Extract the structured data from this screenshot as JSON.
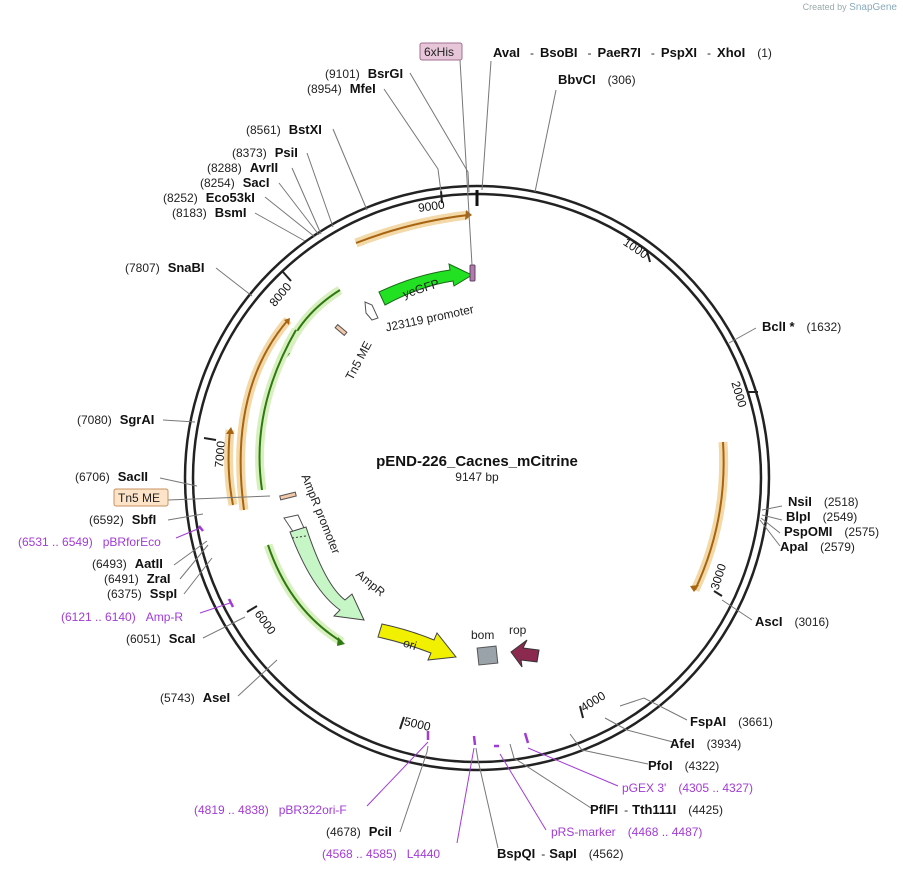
{
  "credit": {
    "prefix": "Created by",
    "brand": "SnapGene"
  },
  "plasmid": {
    "name": "pEND-226_Cacnes_mCitrine",
    "length_label": "9147 bp",
    "length": 9147
  },
  "ticks": [
    "1000",
    "2000",
    "3000",
    "4000",
    "5000",
    "6000",
    "7000",
    "8000",
    "9000"
  ],
  "colors": {
    "primer": "#a23bd6",
    "orange": "#d9861e",
    "green": "#5da81e",
    "yeGFP": "#22e022",
    "ori": "#f0f000",
    "AmpR": "#c6f5c6",
    "rop": "#8b2a4e",
    "bom": "#9aa3aa"
  },
  "sites": [
    {
      "pos": "(1)",
      "names": [
        "AvaI",
        "BsoBI",
        "PaeR7I",
        "PspXI",
        "XhoI"
      ]
    },
    {
      "pos": "(306)",
      "names": [
        "BbvCI"
      ]
    },
    {
      "pos": "(1632)",
      "names": [
        "BclI *"
      ]
    },
    {
      "pos": "(2518)",
      "names": [
        "NsiI"
      ]
    },
    {
      "pos": "(2549)",
      "names": [
        "BlpI"
      ]
    },
    {
      "pos": "(2575)",
      "names": [
        "PspOMI"
      ]
    },
    {
      "pos": "(2579)",
      "names": [
        "ApaI"
      ]
    },
    {
      "pos": "(3016)",
      "names": [
        "AscI"
      ]
    },
    {
      "pos": "(3661)",
      "names": [
        "FspAI"
      ]
    },
    {
      "pos": "(3934)",
      "names": [
        "AfeI"
      ]
    },
    {
      "pos": "(4322)",
      "names": [
        "PfoI"
      ]
    },
    {
      "pos": "(4425)",
      "names": [
        "PflFI",
        "Tth111I"
      ]
    },
    {
      "pos": "(4562)",
      "names": [
        "BspQI",
        "SapI"
      ]
    },
    {
      "pos": "(4678)",
      "names": [
        "PciI"
      ]
    },
    {
      "pos": "(5743)",
      "names": [
        "AseI"
      ]
    },
    {
      "pos": "(6051)",
      "names": [
        "ScaI"
      ]
    },
    {
      "pos": "(6375)",
      "names": [
        "SspI"
      ]
    },
    {
      "pos": "(6491)",
      "names": [
        "ZraI"
      ]
    },
    {
      "pos": "(6493)",
      "names": [
        "AatII"
      ]
    },
    {
      "pos": "(6592)",
      "names": [
        "SbfI"
      ]
    },
    {
      "pos": "(6706)",
      "names": [
        "SacII"
      ]
    },
    {
      "pos": "(7080)",
      "names": [
        "SgrAI"
      ]
    },
    {
      "pos": "(7807)",
      "names": [
        "SnaBI"
      ]
    },
    {
      "pos": "(8183)",
      "names": [
        "BsmI"
      ]
    },
    {
      "pos": "(8252)",
      "names": [
        "Eco53kI"
      ]
    },
    {
      "pos": "(8254)",
      "names": [
        "SacI"
      ]
    },
    {
      "pos": "(8288)",
      "names": [
        "AvrII"
      ]
    },
    {
      "pos": "(8373)",
      "names": [
        "PsiI"
      ]
    },
    {
      "pos": "(8561)",
      "names": [
        "BstXI"
      ]
    },
    {
      "pos": "(8954)",
      "names": [
        "MfeI"
      ]
    },
    {
      "pos": "(9101)",
      "names": [
        "BsrGI"
      ]
    }
  ],
  "primers": [
    {
      "range": "(4305 .. 4327)",
      "name": "pGEX 3'"
    },
    {
      "range": "(4468 .. 4487)",
      "name": "pRS-marker"
    },
    {
      "range": "(4568 .. 4585)",
      "name": "L4440"
    },
    {
      "range": "(4819 .. 4838)",
      "name": "pBR322ori-F"
    },
    {
      "range": "(6121 .. 6140)",
      "name": "Amp-R"
    },
    {
      "range": "(6531 .. 6549)",
      "name": "pBRforEco"
    }
  ],
  "boxed_features": [
    "6xHis",
    "Tn5 ME"
  ],
  "features": {
    "yeGFP": "yeGFP",
    "J23119": "J23119 promoter",
    "Tn5ME": "Tn5 ME",
    "AmpRpromoter": "AmpR promoter",
    "AmpR": "AmpR",
    "ori": "ori",
    "bom": "bom",
    "rop": "rop"
  }
}
